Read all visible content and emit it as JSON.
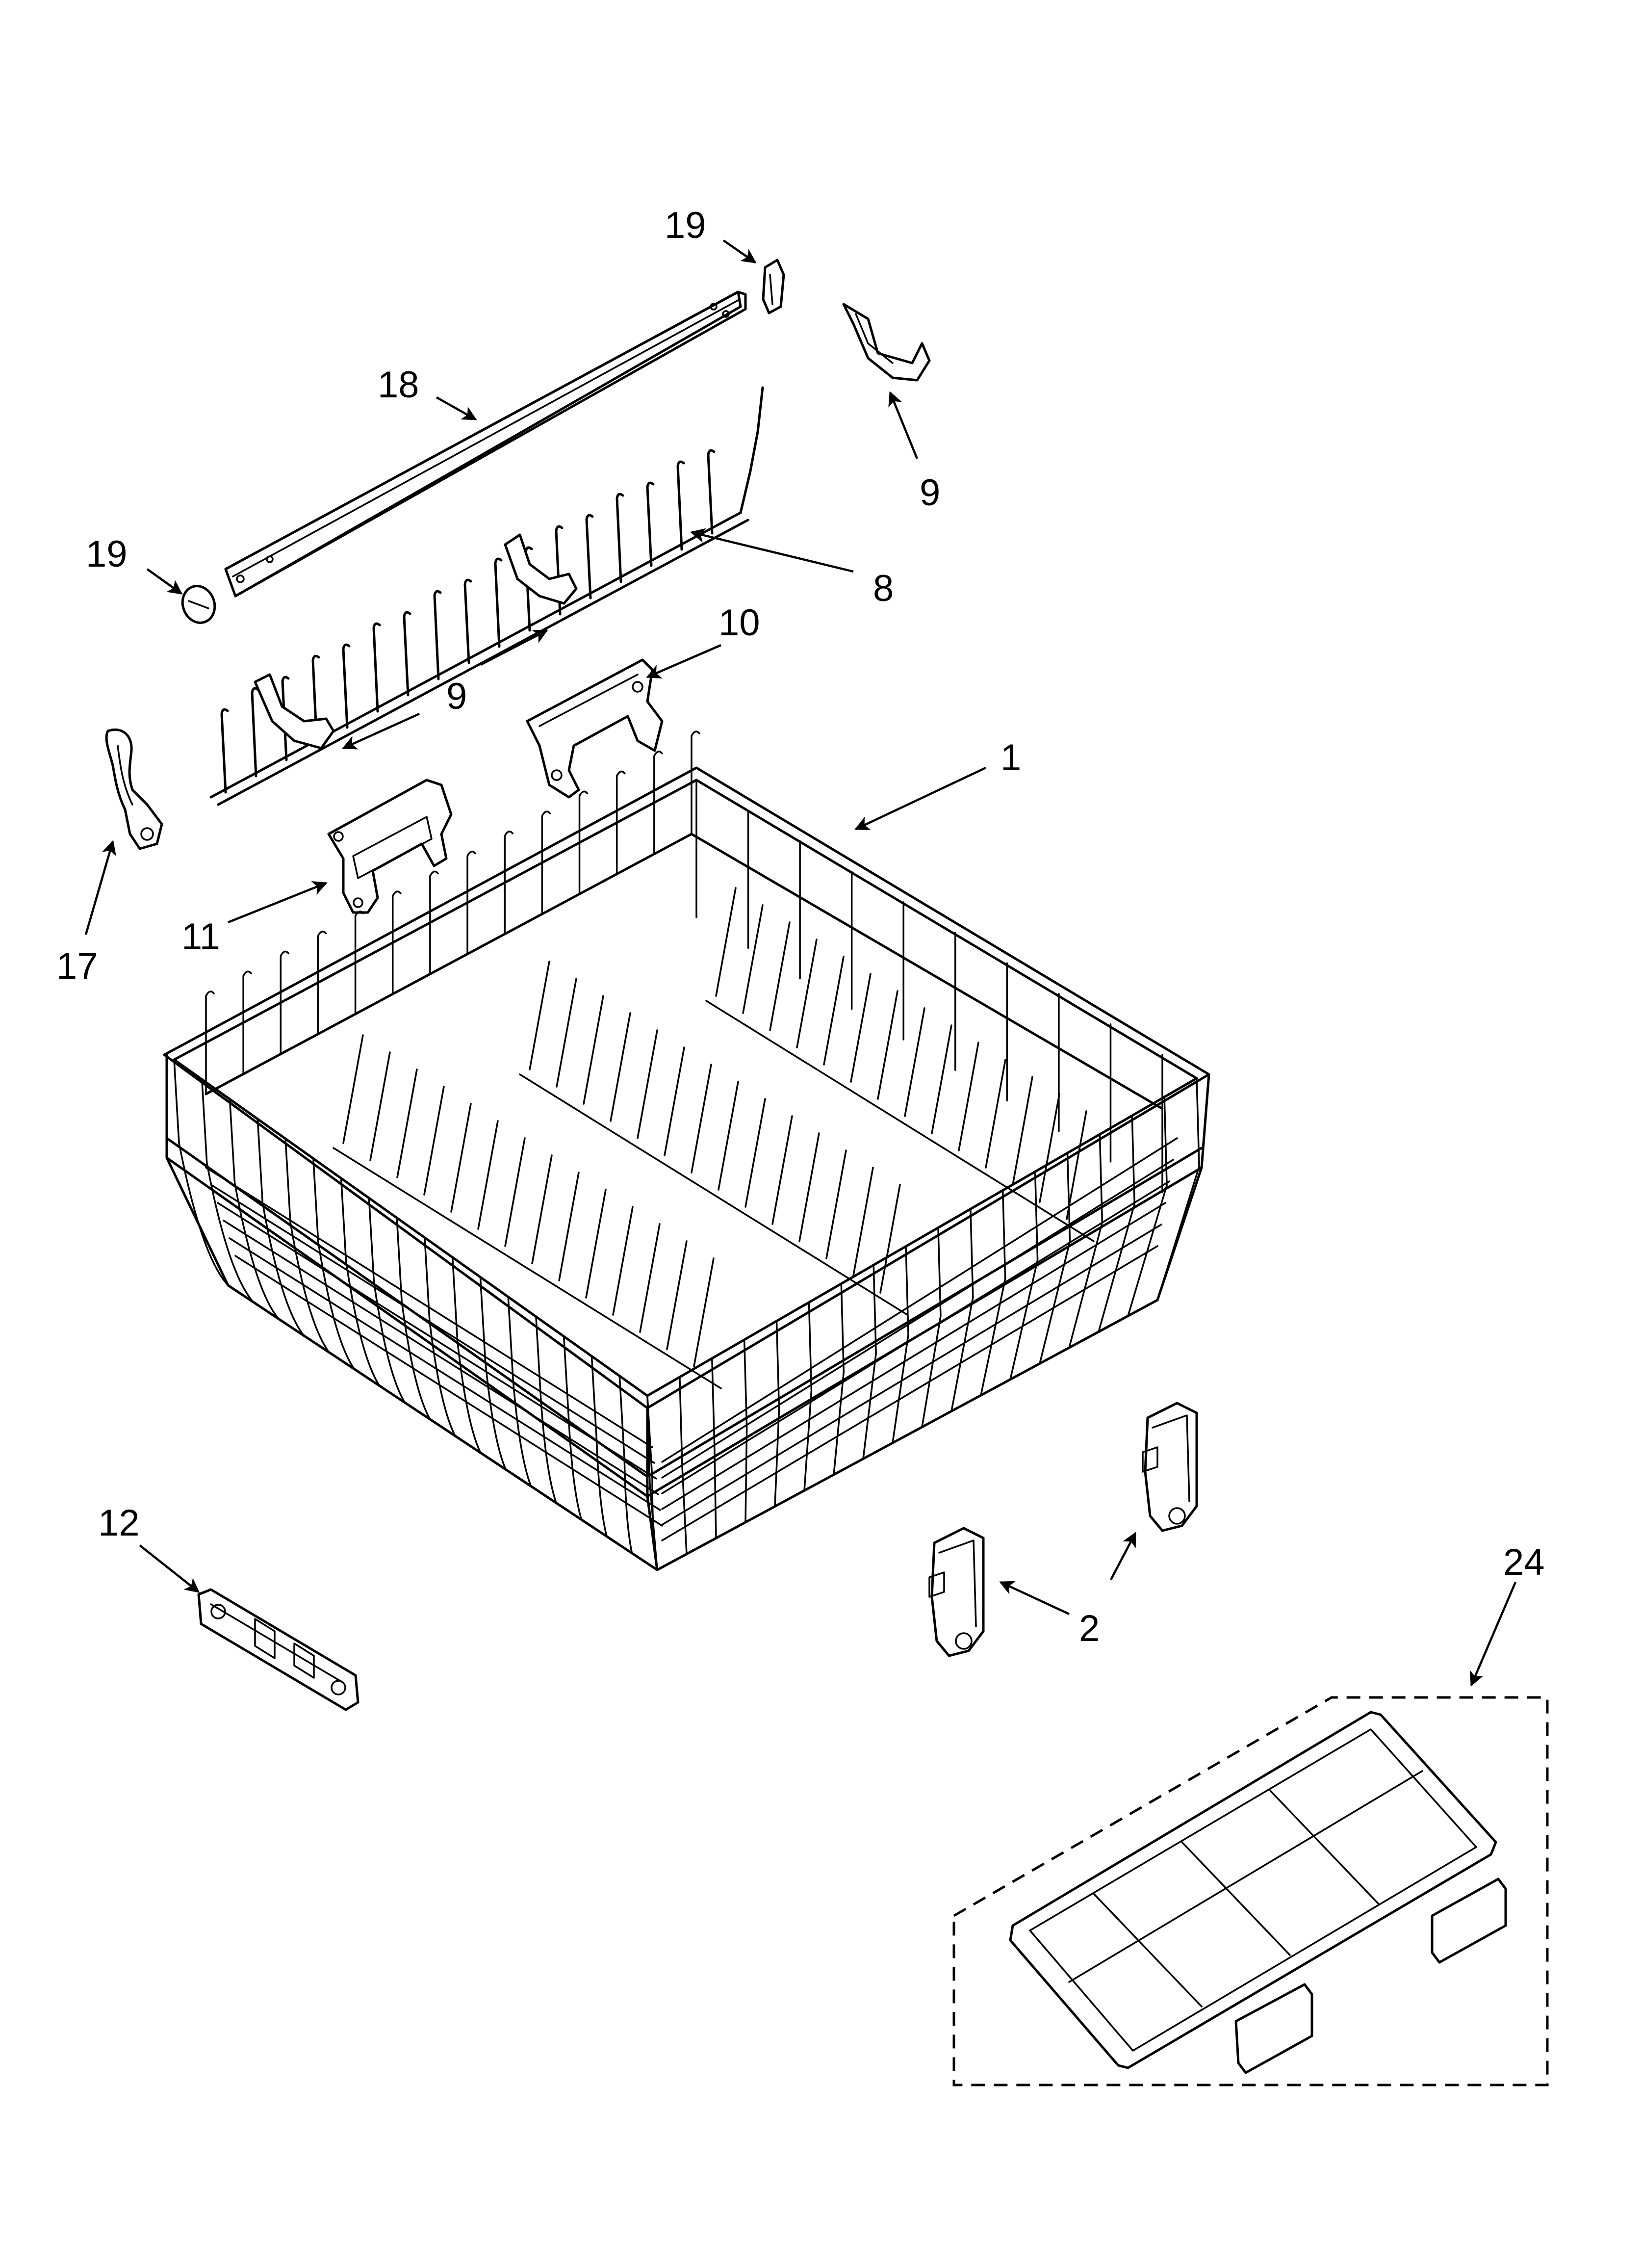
{
  "callouts": {
    "c19a": "19",
    "c18": "18",
    "c9a": "9",
    "c19b": "19",
    "c8": "8",
    "c10": "10",
    "c9b": "9",
    "c1": "1",
    "c17": "17",
    "c11": "11",
    "c12": "12",
    "c2": "2",
    "c24": "24"
  }
}
